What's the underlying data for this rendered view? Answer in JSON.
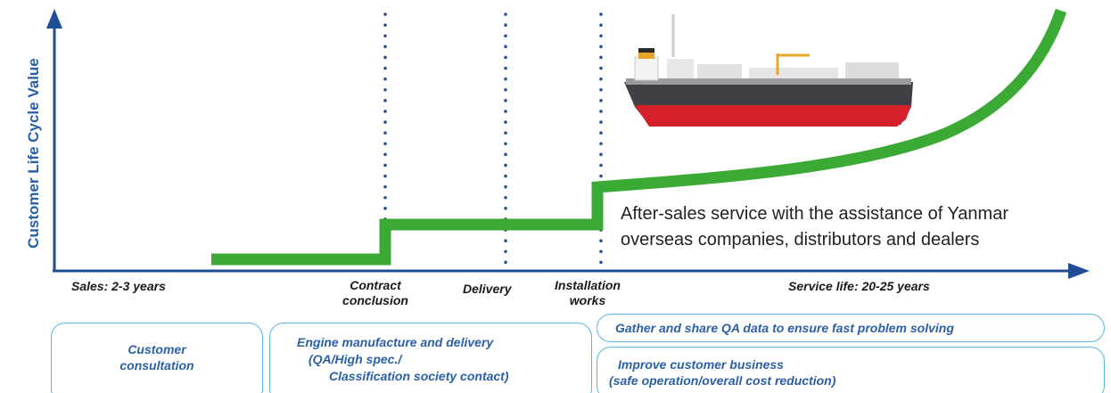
{
  "diagram": {
    "y_axis_label": "Customer Life Cycle Value",
    "after_sales_note": {
      "line1": "After-sales service with the assistance of Yanmar",
      "line2": "overseas companies, distributors and dealers"
    },
    "phases": {
      "sales": "Sales: 2-3 years",
      "contract_line1": "Contract",
      "contract_line2": "conclusion",
      "delivery": "Delivery",
      "installation_line1": "Installation",
      "installation_line2": "works",
      "service_life": "Service life: 20-25 years"
    },
    "activity_boxes": {
      "consultation_line1": "Customer",
      "consultation_line2": "consultation",
      "manufacture_line1": "Engine manufacture and delivery",
      "manufacture_line2": "(QA/High spec./",
      "manufacture_line3": "Classification society contact)",
      "qa_data": "Gather and share QA data to ensure fast problem solving",
      "improve_line1": "Improve customer business",
      "improve_line2": "(safe operation/overall cost reduction)"
    },
    "colors": {
      "axis": "#1f4e96",
      "curve": "#3aaa35",
      "divider_dots": "#1f4e96",
      "box_border": "#5bb5e6",
      "box_text": "#2b5fa6"
    },
    "illustration": "ship-icon"
  }
}
